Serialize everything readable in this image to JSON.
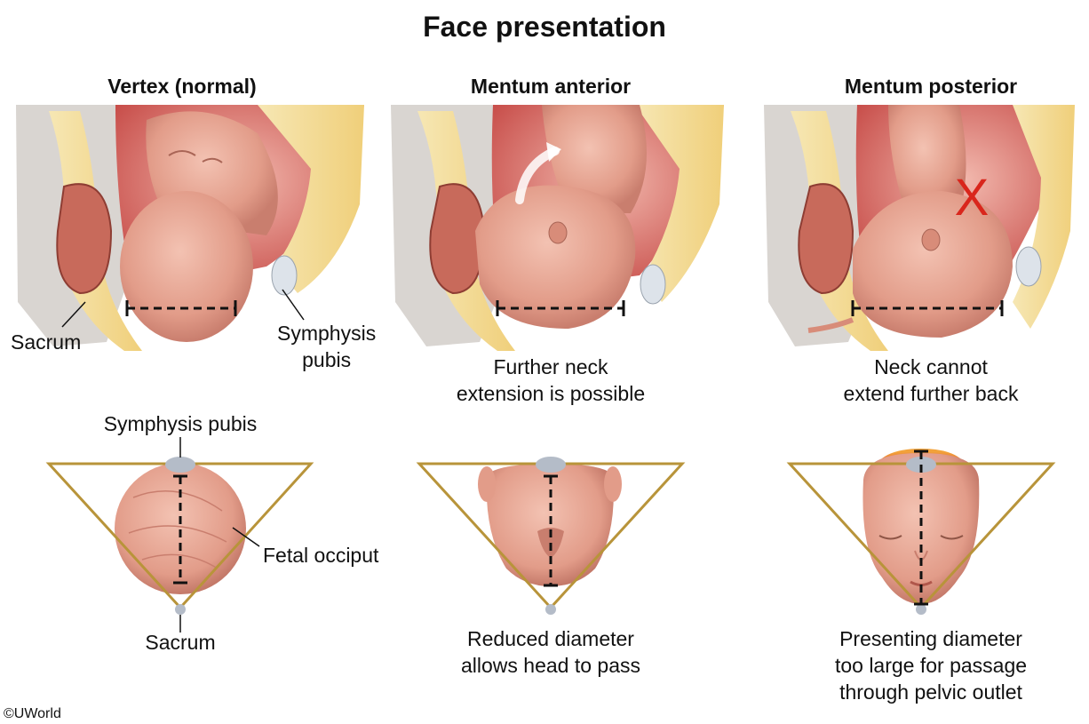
{
  "title": "Face presentation",
  "panels": [
    {
      "heading": "Vertex (normal)",
      "labels": {
        "sacrum_top": "Sacrum",
        "symphysis_top": "Symphysis\npubis",
        "symphysis_bottom": "Symphysis pubis",
        "fetal_occiput": "Fetal occiput",
        "sacrum_bottom": "Sacrum"
      }
    },
    {
      "heading": "Mentum anterior",
      "caption_top": [
        "Further neck",
        "extension is possible"
      ],
      "caption_bottom": [
        "Reduced diameter",
        "allows head to pass"
      ]
    },
    {
      "heading": "Mentum posterior",
      "caption_top": [
        "Neck cannot",
        "extend further back"
      ],
      "caption_bottom": [
        "Presenting diameter",
        "too large for passage",
        "through pelvic outlet"
      ],
      "mark": "X"
    }
  ],
  "copyright": "©UWorld",
  "colors": {
    "pelvis_outline": "#B8943A",
    "skin": "#E9A896",
    "skin_dark": "#C97E6E",
    "bone": "#EDE4C8",
    "fat": "#F3D98A",
    "tissue": "#E88A86",
    "pubis": "#B4BCC8",
    "x_mark": "#D9261C",
    "red_glow": "#E0453A"
  }
}
